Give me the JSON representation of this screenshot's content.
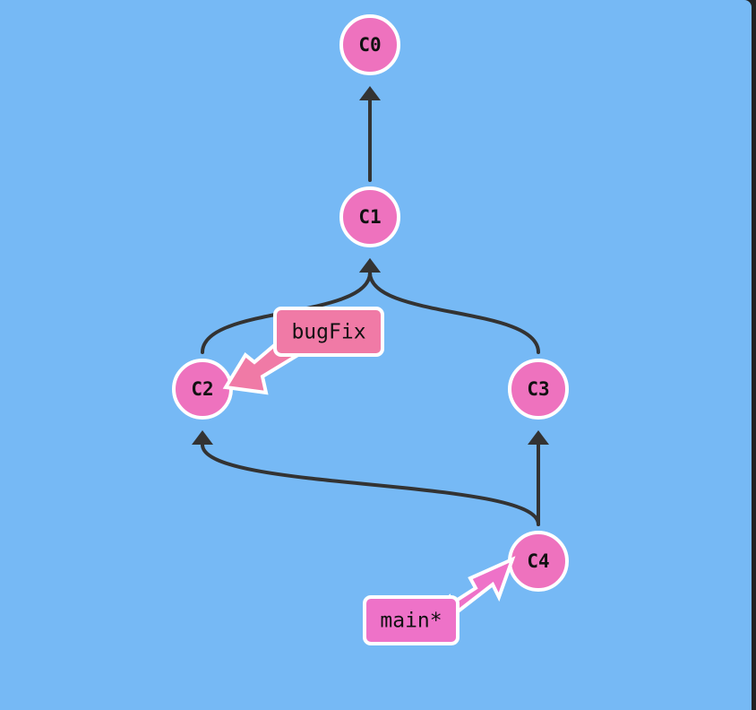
{
  "colors": {
    "background": "#76b9f5",
    "commit_fill": "#ee72be",
    "edge": "#333333",
    "outline": "#ffffff",
    "branch_bugfix_fill": "#f07aa6",
    "branch_main_fill": "#ee72c8"
  },
  "commits": [
    {
      "id": "C0",
      "label": "C0"
    },
    {
      "id": "C1",
      "label": "C1"
    },
    {
      "id": "C2",
      "label": "C2"
    },
    {
      "id": "C3",
      "label": "C3"
    },
    {
      "id": "C4",
      "label": "C4"
    }
  ],
  "edges": [
    {
      "from": "C1",
      "to": "C0"
    },
    {
      "from": "C2",
      "to": "C1"
    },
    {
      "from": "C3",
      "to": "C1"
    },
    {
      "from": "C4",
      "to": "C2"
    },
    {
      "from": "C4",
      "to": "C3"
    }
  ],
  "branches": [
    {
      "id": "bugFix",
      "label": "bugFix",
      "target": "C2",
      "color": "#f07aa6"
    },
    {
      "id": "main",
      "label": "main*",
      "target": "C4",
      "color": "#ee72c8"
    }
  ]
}
